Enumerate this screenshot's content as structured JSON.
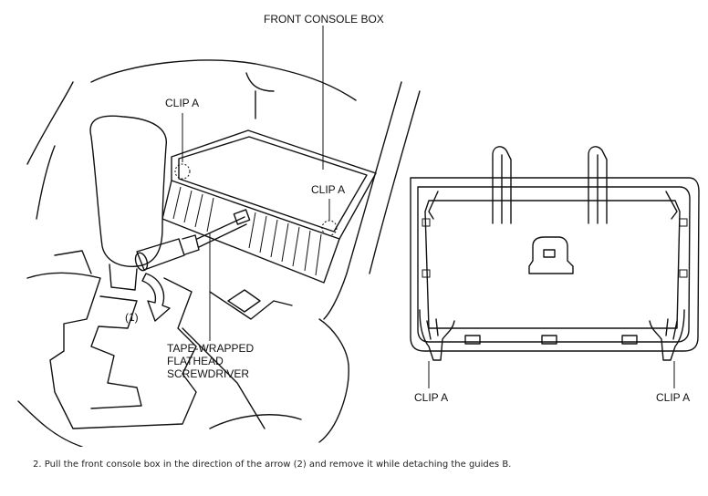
{
  "labels": {
    "front_console_box": "FRONT CONSOLE BOX",
    "clip_a_left_top": "CLIP A",
    "clip_a_right_top": "CLIP A",
    "arrow_number": "(1)",
    "tool_line1": "TAPE-WRAPPED",
    "tool_line2": "FLATHEAD",
    "tool_line3": "SCREWDRIVER",
    "clip_a_bottom_left": "CLIP A",
    "clip_a_bottom_right": "CLIP A"
  },
  "caption": "2. Pull the front console box in the direction of the arrow (2) and remove it while detaching the guides B.",
  "colors": {
    "line": "#111111",
    "background": "#ffffff"
  },
  "icons": [
    "pull-arrow-icon",
    "screwdriver-icon",
    "clip-marker-icon"
  ]
}
